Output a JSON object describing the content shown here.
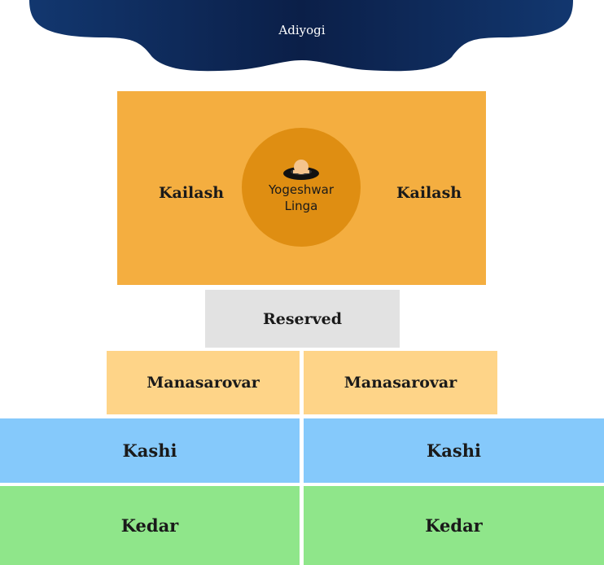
{
  "stage": {
    "label": "Adiyogi",
    "color": "#0f2d5e"
  },
  "center": {
    "sections": [
      {
        "label": "Kailash"
      },
      {
        "label": "Kailash"
      }
    ],
    "linga": {
      "label_line1": "Yogeshwar",
      "label_line2": "Linga",
      "icon": "linga-icon"
    }
  },
  "reserved": {
    "label": "Reserved"
  },
  "manasarovar": [
    {
      "label": "Manasarovar"
    },
    {
      "label": "Manasarovar"
    }
  ],
  "kashi": [
    {
      "label": "Kashi"
    },
    {
      "label": "Kashi"
    }
  ],
  "kedar": [
    {
      "label": "Kedar"
    },
    {
      "label": "Kedar"
    }
  ],
  "colors": {
    "kailash": "#f4ae40",
    "linga_circle": "#df8e12",
    "reserved": "#e2e2e2",
    "manasarovar": "#fed488",
    "kashi": "#85c9fb",
    "kedar": "#8fe68a"
  }
}
